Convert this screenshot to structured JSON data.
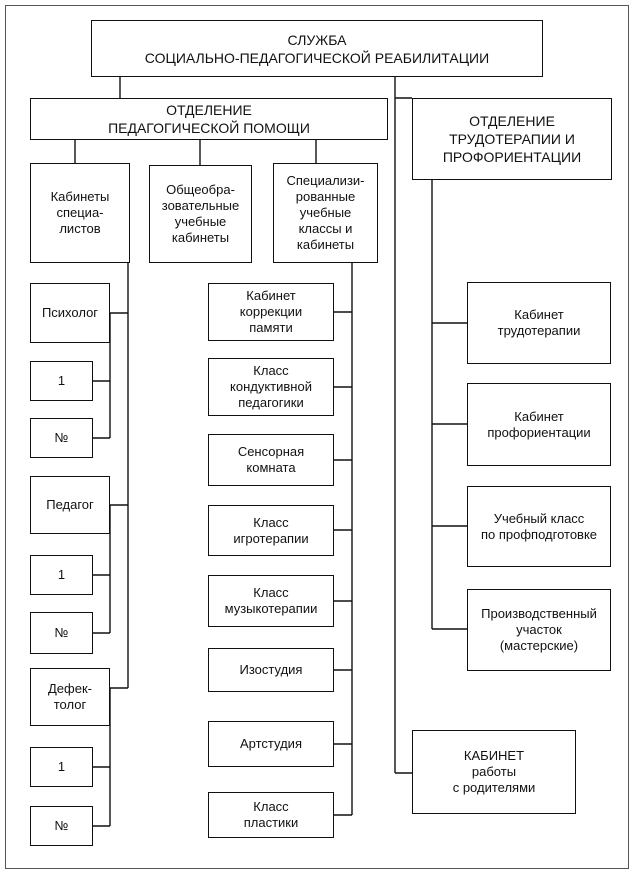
{
  "diagram": {
    "root": "СЛУЖБА\nСОЦИАЛЬНО-ПЕДАГОГИЧЕСКОЙ РЕАБИЛИТАЦИИ",
    "ped_department": "ОТДЕЛЕНИЕ\nПЕДАГОГИЧЕСКОЙ ПОМОЩИ",
    "labor_department": "ОТДЕЛЕНИЕ\nТРУДОТЕРАПИИ И\nПРОФОРИЕНТАЦИИ",
    "groups": {
      "specialists": "Кабинеты\nспециа-\nлистов",
      "general": "Общеобра-\nзовательные\nучебные\nкабинеты",
      "special": "Специализи-\nрованные\nучебные\nклассы и\nкабинеты"
    },
    "specialists": [
      {
        "title": "Психолог",
        "rooms": [
          "1",
          "№"
        ]
      },
      {
        "title": "Педагог",
        "rooms": [
          "1",
          "№"
        ]
      },
      {
        "title": "Дефек-\nтолог",
        "rooms": [
          "1",
          "№"
        ]
      }
    ],
    "special_rooms": [
      "Кабинет\nкоррекции\nпамяти",
      "Класс\nкондуктивной\nпедагогики",
      "Сенсорная\nкомната",
      "Класс\nигротерапии",
      "Класс\nмузыкотерапии",
      "Изостудия",
      "Артстудия",
      "Класс\nпластики"
    ],
    "labor_rooms": [
      "Кабинет\nтрудотерапии",
      "Кабинет\nпрофориентации",
      "Учебный класс\nпо профподготовке",
      "Производственный\nучасток\n(мастерские)"
    ],
    "parents_room": "КАБИНЕТ\nработы\nс родителями"
  }
}
